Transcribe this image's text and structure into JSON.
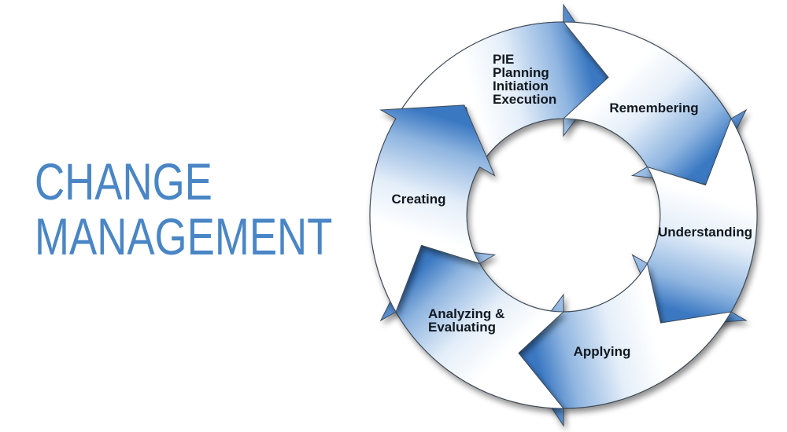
{
  "title": {
    "line1": "CHANGE",
    "line2": "MANAGEMENT",
    "color": "#4a86c5"
  },
  "cycle": {
    "stages": [
      {
        "label_lines": [
          "PIE",
          "Planning",
          "Initiation",
          "Execution"
        ]
      },
      {
        "label_lines": [
          "Remembering"
        ]
      },
      {
        "label_lines": [
          "Understanding"
        ]
      },
      {
        "label_lines": [
          "Applying"
        ]
      },
      {
        "label_lines": [
          "Analyzing &",
          "Evaluating"
        ]
      },
      {
        "label_lines": [
          "Creating"
        ]
      }
    ],
    "arrow_color_dark": "#3a78c2",
    "arrow_color_light": "#ffffff",
    "outline_color": "#3c4a58",
    "text_color": "#111820"
  }
}
